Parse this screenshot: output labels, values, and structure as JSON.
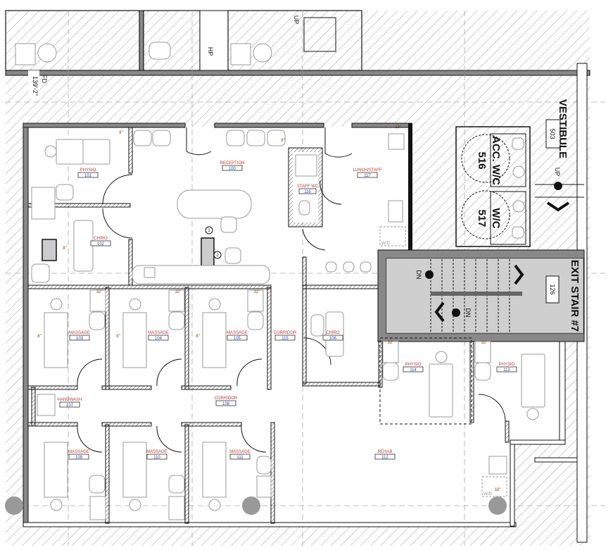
{
  "title": "Clinic Floor Plan",
  "rooms": [
    {
      "name": "PHYSIO",
      "number": "101"
    },
    {
      "name": "RECEPTION",
      "number": "100"
    },
    {
      "name": "STAFF WC",
      "number": "116"
    },
    {
      "name": "LUNCH/STAFF",
      "number": "117"
    },
    {
      "name": "CHIRO",
      "number": "102"
    },
    {
      "name": "MASSAGE",
      "number": "103"
    },
    {
      "name": "MASSAGE",
      "number": "104"
    },
    {
      "name": "MASSAGE",
      "number": "105"
    },
    {
      "name": "CORRIDOR",
      "number": "115"
    },
    {
      "name": "CHIRO",
      "number": "106"
    },
    {
      "name": "PHYSIO",
      "number": "114"
    },
    {
      "name": "PHYSIO",
      "number": "113"
    },
    {
      "name": "HANDWASH",
      "number": "107"
    },
    {
      "name": "CORRIDOR",
      "number": "108"
    },
    {
      "name": "MASSAGE",
      "number": "109"
    },
    {
      "name": "MASSAGE",
      "number": "110"
    },
    {
      "name": "MASSAGE",
      "number": "111"
    },
    {
      "name": "REHAB",
      "number": "112"
    }
  ],
  "large_labels": {
    "acc_wc": "ACC. W/C",
    "acc_wc_number": "516",
    "wc": "W/C",
    "wc_number": "517",
    "vestibule": "VESTIBULE",
    "vestibule_number": "503",
    "exit_stair": "EXIT STAIR #7",
    "exit_stair_number": "126",
    "up": "UP",
    "dn": "DN",
    "top_up": "UP",
    "hp": "HP",
    "fd": "FD",
    "elevation": "139'-2\"",
    "wd": "W/D"
  },
  "annotations": {
    "outlet_8": "8\"",
    "outlet_32": "32\"",
    "outlet_18": "18\"",
    "marker_1": "1",
    "marker_2": "2"
  },
  "colors": {
    "room_name": "#c0392b",
    "room_number": "#1f4fa8",
    "wall_fill": "#888888",
    "column": "#999999"
  }
}
